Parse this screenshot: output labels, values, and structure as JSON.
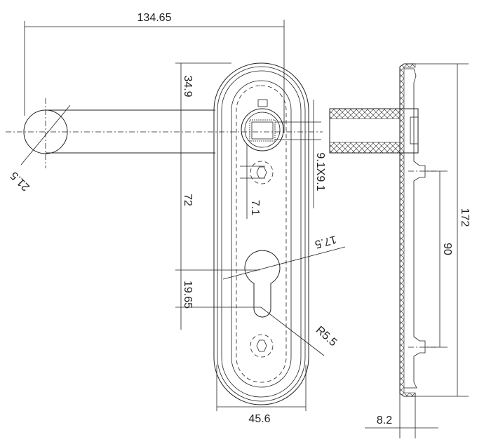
{
  "drawing": {
    "dimensions": {
      "handle_length": "134.65",
      "handle_diameter": "21.5",
      "top_to_spindle": "34.9",
      "spindle_to_cylinder": "72",
      "cylinder_offset": "19.65",
      "square_hole": "9.1X9.1",
      "screw_offset": "7.1",
      "cylinder_diameter": "17.5",
      "cylinder_radius": "R5.5",
      "plate_width": "45.6",
      "plate_height": "172",
      "screw_spacing": "90",
      "plate_thickness": "8.2"
    },
    "colors": {
      "line": "#231f20",
      "background": "#ffffff"
    }
  }
}
